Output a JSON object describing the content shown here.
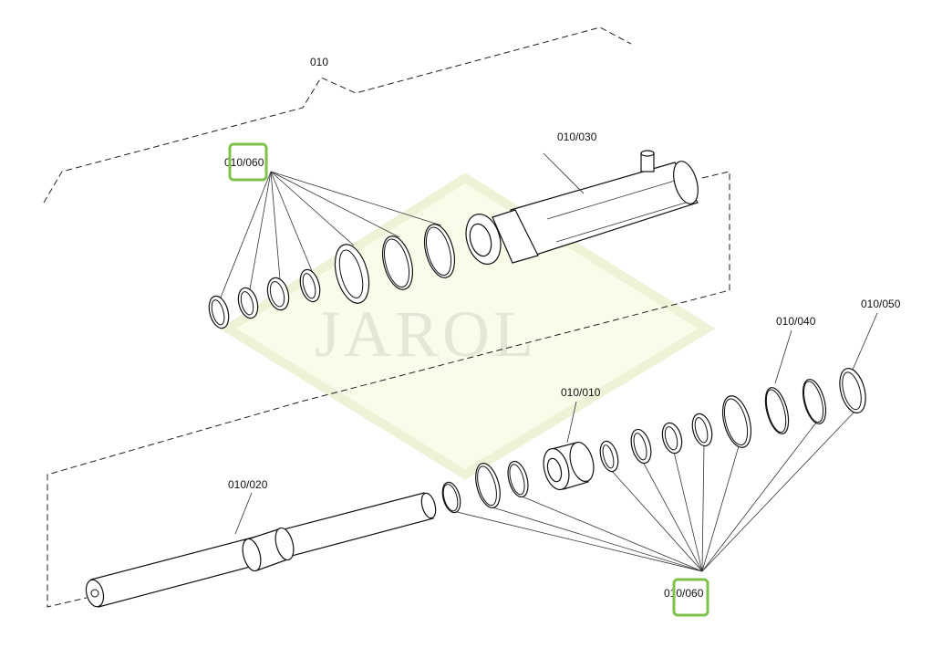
{
  "diagram": {
    "watermark": "JAROL",
    "labels": {
      "assembly": "010",
      "seals_top": "010/060",
      "cylinder_tube": "010/030",
      "ring_040": "010/040",
      "ring_050": "010/050",
      "piston": "010/010",
      "piston_rod": "010/020",
      "seals_bottom": "010/060"
    },
    "highlight_color": "#7dc24a"
  }
}
